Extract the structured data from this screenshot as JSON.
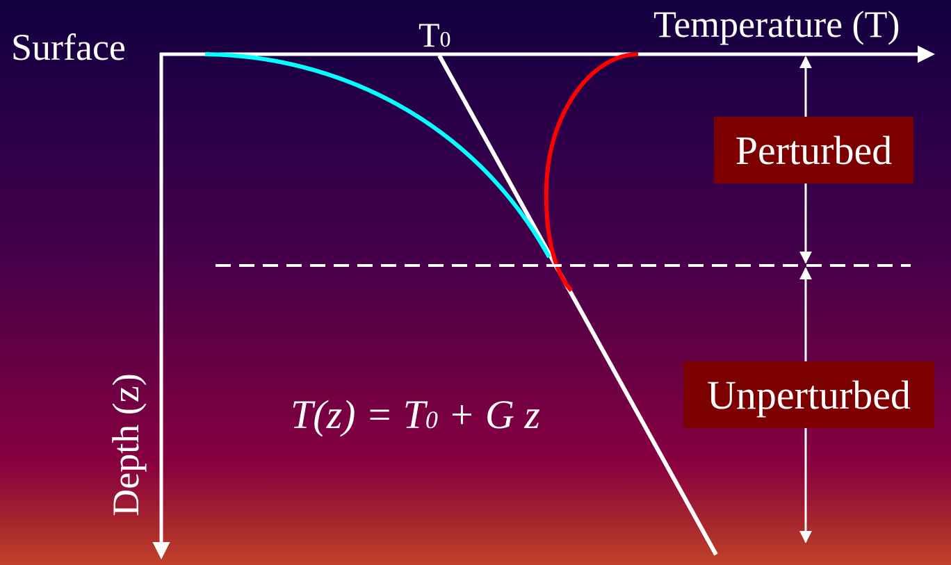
{
  "labels": {
    "surface": "Surface",
    "t0_base": "T",
    "t0_sub": "0",
    "temperature_axis": "Temperature (T)",
    "depth_axis": "Depth (z)",
    "perturbed": "Perturbed",
    "unperturbed": "Unperturbed"
  },
  "equation": {
    "lhs": "T(z) = T",
    "sub": "0",
    "rhs": " + G z"
  },
  "colors": {
    "background_top": "#12003f",
    "background_bottom": "#c0422a",
    "axes": "#ffffff",
    "geotherm": "#ffffff",
    "cooling_curve": "#00ffff",
    "warming_curve": "#ff0000",
    "label_box": "#7c0000"
  }
}
